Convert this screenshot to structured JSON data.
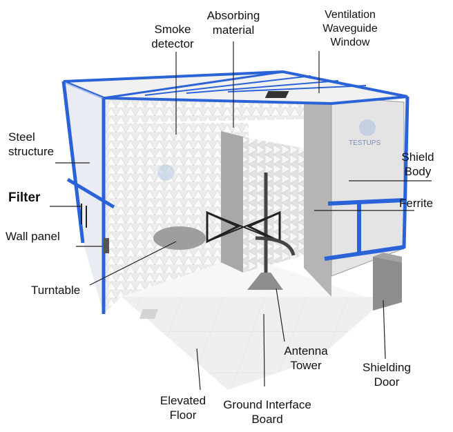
{
  "labels": {
    "smoke_detector": "Smoke\ndetector",
    "absorbing_material": "Absorbing\nmaterial",
    "ventilation_window": "Ventilation\nWaveguide\nWindow",
    "steel_structure": "Steel\nstructure",
    "shield_body": "Shield\nBody",
    "filter": "Filter",
    "ferrite": "Ferrite",
    "wall_panel": "Wall panel",
    "turntable": "Turntable",
    "antenna_tower": "Antenna\nTower",
    "shielding_door": "Shielding\nDoor",
    "elevated_floor": "Elevated\nFloor",
    "ground_interface_board": "Ground Interface\nBoard"
  },
  "watermark": "TESTUPS",
  "colors": {
    "frame": "#2a63d8",
    "wall": "#e6e6e6",
    "wall_dark": "#b9b9b9",
    "floor": "#eeeeee",
    "absorber": "#f4f4f4",
    "leader": "#222222"
  }
}
